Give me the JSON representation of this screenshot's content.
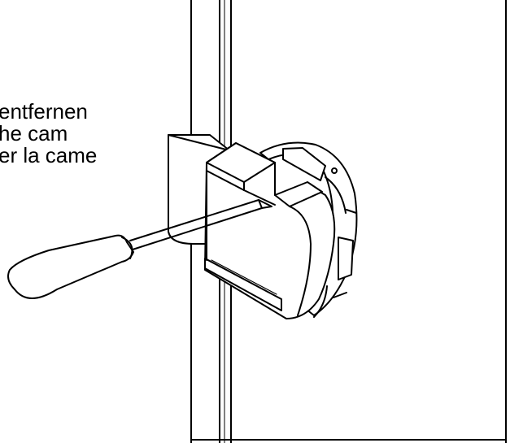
{
  "instruction": {
    "line_de": "entfernen",
    "line_en": "he cam",
    "line_fr": "er la came"
  },
  "illustration": {
    "parts": [
      "glass-panel",
      "lock-body",
      "cam-plate",
      "screwdriver"
    ],
    "stroke_color": "#000000",
    "fill_color": "#ffffff",
    "shade_color": "#d9d9d9"
  }
}
